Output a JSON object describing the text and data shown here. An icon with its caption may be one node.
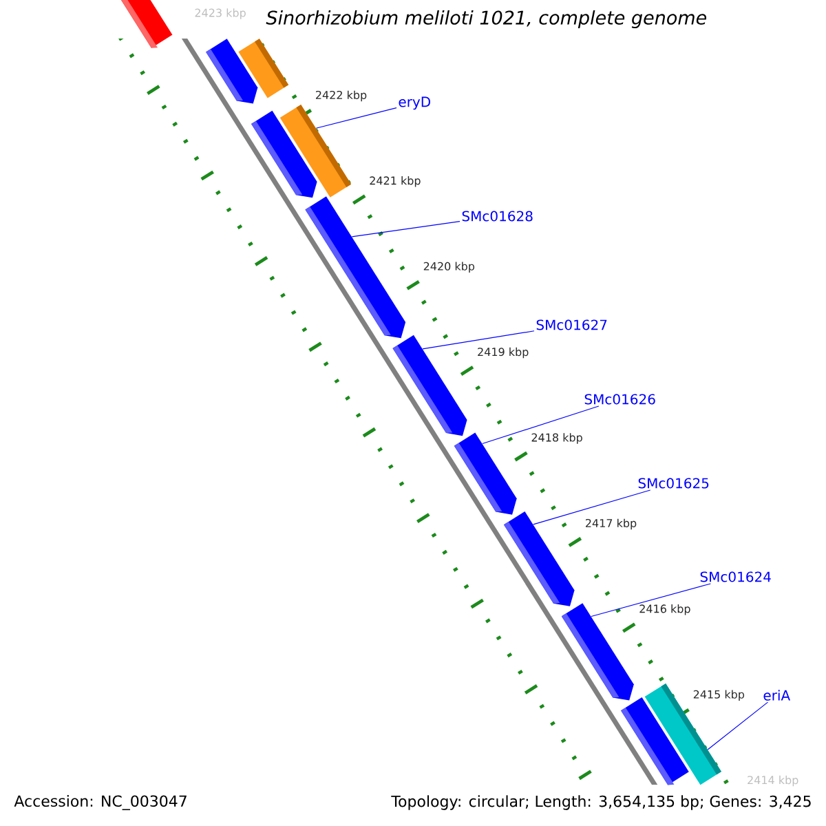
{
  "diagram": {
    "title": "Sinorhizobium meliloti 1021, complete genome",
    "nodes": [
      {
        "text": [],
        "shape": "bar"
      },
      {
        "text": [],
        "shape": "bar"
      },
      {
        "text": [],
        "shape": "bar"
      },
      {
        "text": [
          "eryD"
        ]
      },
      {
        "text": [],
        "shape": "bar"
      },
      {
        "text": [],
        "shape": "bar"
      },
      {
        "text": [
          "SMc01628"
        ]
      },
      {
        "text": [],
        "shape": "bar"
      },
      {
        "text": [
          "SMc01627"
        ]
      },
      {
        "text": [],
        "shape": "bar"
      },
      {
        "text": [
          "SMc01626"
        ]
      },
      {
        "text": [],
        "shape": "bar"
      },
      {
        "text": [
          "SMc01625"
        ]
      },
      {
        "text": [],
        "shape": "bar"
      },
      {
        "text": [
          "SMc01624"
        ]
      },
      {
        "text": [],
        "shape": "bar"
      },
      {
        "text": [
          "eriA"
        ]
      },
      {
        "text": [],
        "shape": "bar"
      },
      {
        "text": [],
        "shape": "bar"
      }
    ],
    "edges": [
      {
        "from": 3,
        "to": 4,
        "arrow": "none"
      },
      {
        "from": 6,
        "to": 7,
        "arrow": "none"
      },
      {
        "from": 8,
        "to": 9,
        "arrow": "none"
      },
      {
        "from": 10,
        "to": 11,
        "arrow": "none"
      },
      {
        "from": 12,
        "to": 13,
        "arrow": "none"
      },
      {
        "from": 14,
        "to": 15,
        "arrow": "none"
      },
      {
        "from": 16,
        "to": 17,
        "arrow": "none"
      }
    ],
    "labels": [
      "2423 kbp",
      "2422 kbp",
      "2421 kbp",
      "2420 kbp",
      "2419 kbp",
      "2418 kbp",
      "2417 kbp",
      "2416 kbp",
      "2415 kbp",
      "2414 kbp",
      "Accession: NC_003047",
      "Topology: circular; Length: 3,654,135 bp; Genes: 3,425"
    ]
  }
}
